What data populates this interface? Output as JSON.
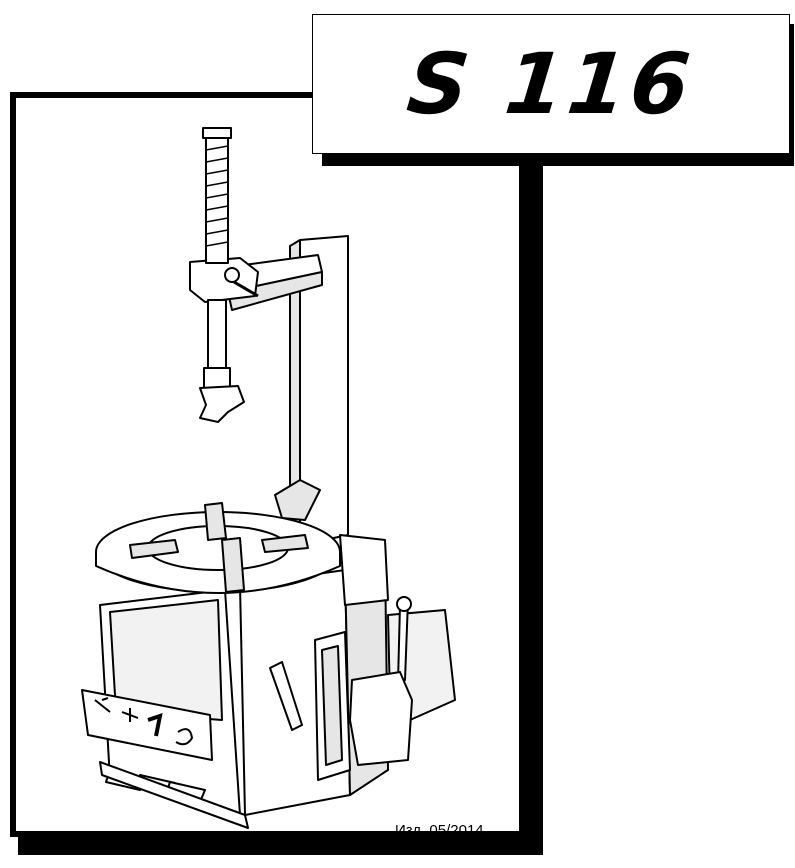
{
  "title": "S 116",
  "edition": "Изд. 05/2014",
  "colors": {
    "ink": "#000000",
    "paper": "#ffffff",
    "shade": "#d9d9d9"
  },
  "illustration": {
    "subject": "tyre-changer-machine"
  }
}
